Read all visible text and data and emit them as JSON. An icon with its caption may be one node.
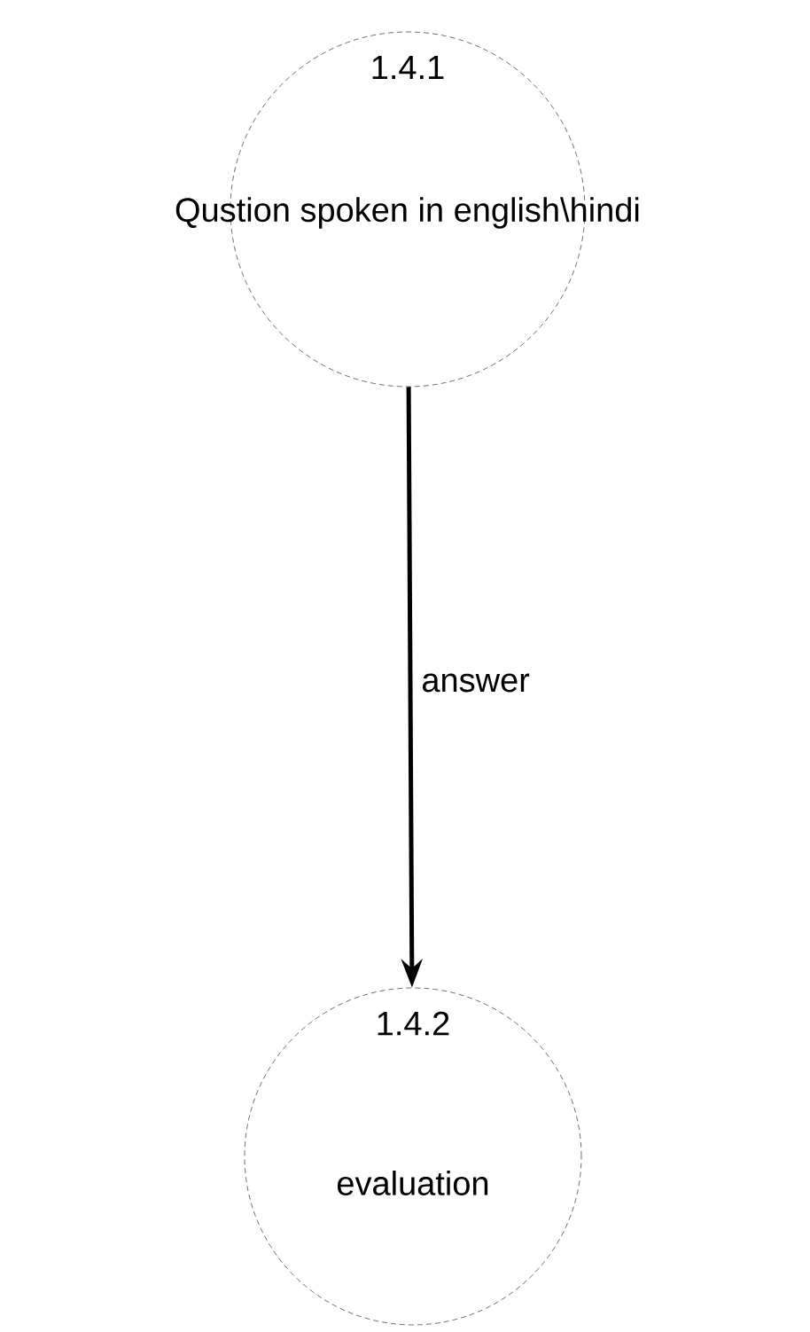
{
  "diagram": {
    "nodes": [
      {
        "text": [
          "1.4.1",
          "Qustion spoken in english\\hindi"
        ]
      },
      {
        "text": [
          "1.4.2",
          "evaluation"
        ]
      }
    ],
    "edges": [
      {
        "from": 0,
        "to": 1,
        "arrow": "to",
        "label": "answer"
      }
    ]
  }
}
